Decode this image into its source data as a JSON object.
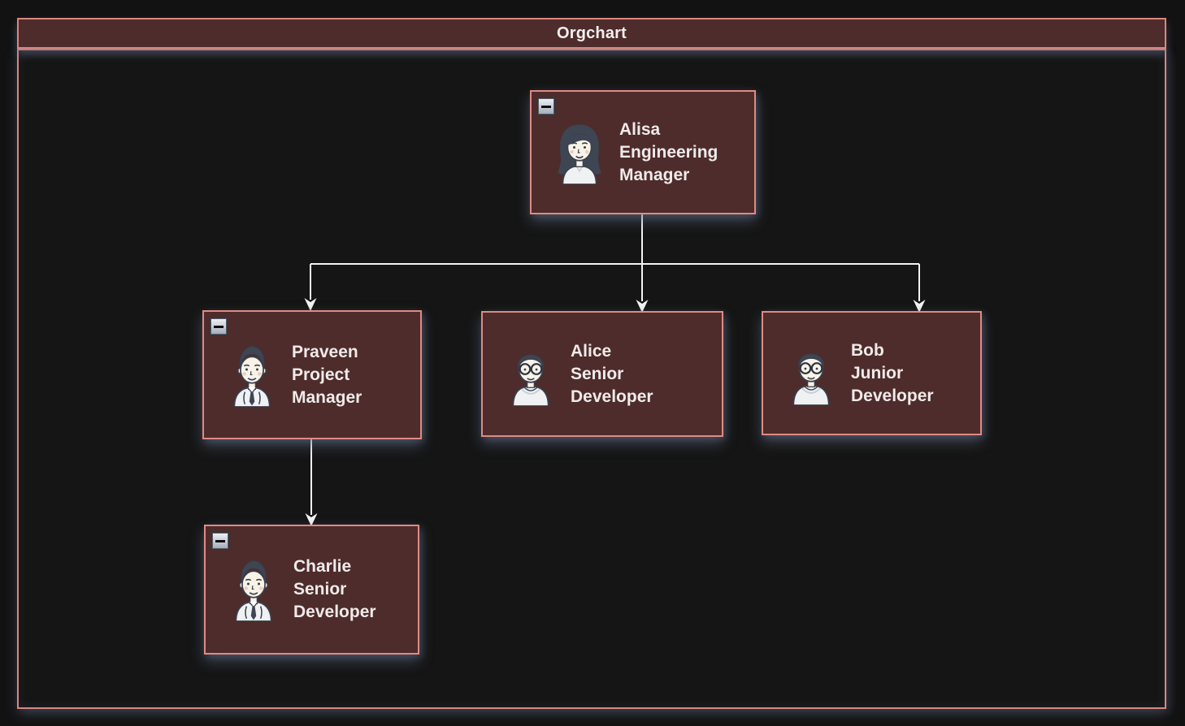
{
  "header": {
    "title": "Orgchart"
  },
  "chart": {
    "type": "orgchart-tree",
    "nodes": [
      {
        "id": "alisa",
        "name": "Alisa",
        "title": "Engineering Manager",
        "avatar": "woman",
        "collapse_button": true
      },
      {
        "id": "praveen",
        "name": "Praveen",
        "title": "Project Manager",
        "avatar": "man-suit",
        "collapse_button": true
      },
      {
        "id": "alice",
        "name": "Alice",
        "title": "Senior Developer",
        "avatar": "man-glasses",
        "collapse_button": false
      },
      {
        "id": "bob",
        "name": "Bob",
        "title": "Junior Developer",
        "avatar": "man-glasses",
        "collapse_button": false
      },
      {
        "id": "charlie",
        "name": "Charlie",
        "title": "Senior Developer",
        "avatar": "man-suit",
        "collapse_button": true
      }
    ],
    "edges": [
      {
        "from": "Alisa",
        "to": "Praveen"
      },
      {
        "from": "Alisa",
        "to": "Alice"
      },
      {
        "from": "Alisa",
        "to": "Bob"
      },
      {
        "from": "Praveen",
        "to": "Charlie"
      }
    ],
    "collapse_icon": "minus"
  },
  "colors": {
    "page_background": "#121212",
    "canvas_background": "#151515",
    "node_background": "#4d2c2b",
    "node_border": "#e08a84",
    "connector": "#f2f2f2",
    "text": "#f0eaea"
  }
}
